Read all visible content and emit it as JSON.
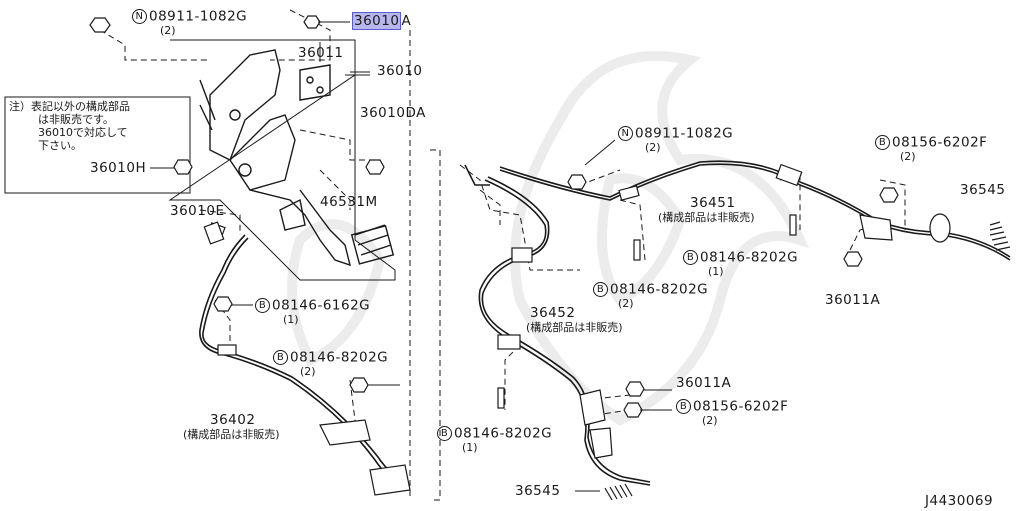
{
  "diagram_id": "J4430069",
  "highlight_color": "#b7b7ee",
  "labels": {
    "nut_n1_part": "08911-1082G",
    "nut_n1_qty": "(2)",
    "part_36010a": "36010",
    "part_36010a_suffix": "A",
    "part_36011": "36011",
    "part_36010": "36010",
    "part_36010da": "36010DA",
    "part_36010h": "36010H",
    "part_36010e": "36010E",
    "part_46531m": "46531M",
    "bolt_b1_part": "08146-6162G",
    "bolt_b1_qty": "(1)",
    "bolt_b2_part": "08146-8202G",
    "bolt_b2_qty": "(2)",
    "part_36402": "36402",
    "part_36402_note": "(構成部品は非販売)",
    "nut_n2_part": "08911-1082G",
    "nut_n2_qty": "(2)",
    "part_36451": "36451",
    "part_36451_note": "(構成部品は非販売)",
    "bolt_b3_part": "08146-8202G",
    "bolt_b3_qty": "(1)",
    "bolt_b4_part": "08146-8202G",
    "bolt_b4_qty": "(2)",
    "part_36452": "36452",
    "part_36452_note": "(構成部品は非販売)",
    "bolt_b5_part": "08156-6202F",
    "bolt_b5_qty": "(2)",
    "part_36545_top": "36545",
    "part_36011a_top": "36011A",
    "part_36011a_mid": "36011A",
    "bolt_b6_part": "08156-6202F",
    "bolt_b6_qty": "(2)",
    "bolt_b7_part": "08146-8202G",
    "bolt_b7_qty": "(1)",
    "part_36545_bottom": "36545",
    "circle_n": "N",
    "circle_b": "B"
  },
  "note": {
    "line1": "注）表記以外の構成部品",
    "line2": "は非販売です。",
    "line3": "36010で対応して",
    "line4": "下さい。"
  }
}
